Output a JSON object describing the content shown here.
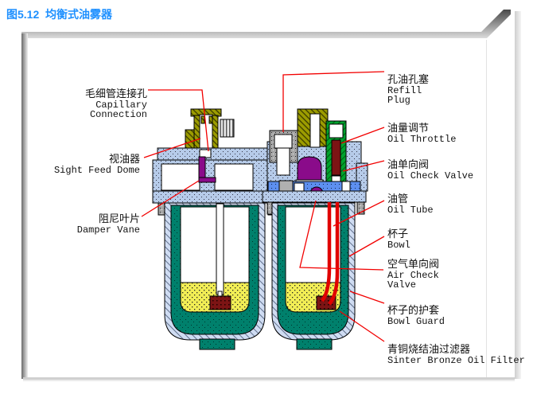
{
  "title": "图5.12  均衡式油雾器",
  "figure": {
    "labels_left": [
      {
        "zh": "毛细管连接孔",
        "en": "Capillary\nConnection"
      },
      {
        "zh": "视油器",
        "en": "Sight Feed Dome"
      },
      {
        "zh": "阻尼叶片",
        "en": "Damper Vane"
      }
    ],
    "labels_right": [
      {
        "zh": "孔油孔塞",
        "en": "Refill\nPlug"
      },
      {
        "zh": "油量调节",
        "en": "Oil Throttle"
      },
      {
        "zh": "油单向阀",
        "en": "Oil Check Valve"
      },
      {
        "zh": "油管",
        "en": "Oil Tube"
      },
      {
        "zh": "杯子",
        "en": "Bowl"
      },
      {
        "zh": "空气单向阀",
        "en": "Air Check\nValve"
      },
      {
        "zh": "杯子的护套",
        "en": "Bowl Guard"
      },
      {
        "zh": "青铜烧结油过滤器",
        "en": "Sinter Bronze Oil Filter"
      }
    ],
    "colors": {
      "title_blue": "#1e90ff",
      "leader_red": "#f20000",
      "body_light_blue": "#b6cbe9",
      "manifold_blue": "#5d8ff0",
      "bowl_teal": "#00806c",
      "oil_yellow": "#f2ee55",
      "fitting_olive": "#9c9c00",
      "valve_green": "#00a32e",
      "dome_purple": "#8a0b8a",
      "filter_dark_red": "#7c1414",
      "plug_gray": "#a6a6a6",
      "wall_light": "#cfdcf2"
    }
  }
}
